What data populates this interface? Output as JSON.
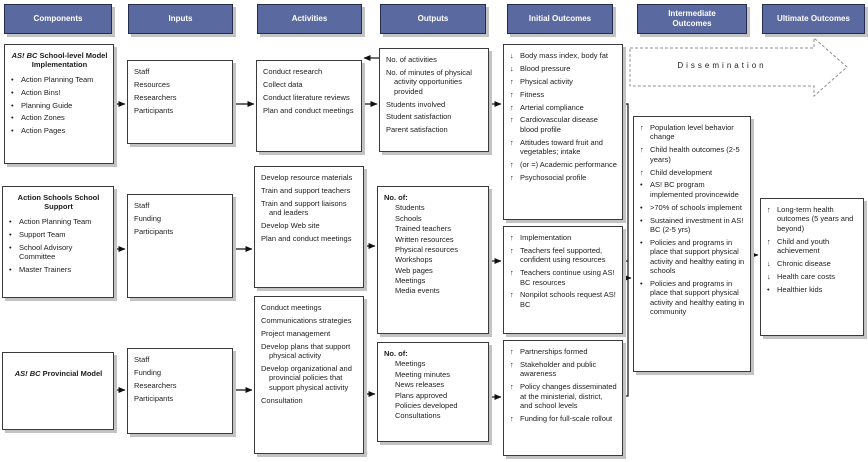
{
  "columns": [
    {
      "label": "Components"
    },
    {
      "label": "Inputs"
    },
    {
      "label": "Activities"
    },
    {
      "label": "Outputs"
    },
    {
      "label": "Initial Outcomes"
    },
    {
      "label": "Intermediate Outcomes"
    },
    {
      "label": "Ultimate Outcomes"
    }
  ],
  "dissemination": {
    "label": "Dissemination"
  },
  "colors": {
    "header_bg": "#5a69a0",
    "header_border": "#252c4e",
    "box_border": "#3a3a3a",
    "shadow": "#c3c3c3",
    "arrow": "#111111",
    "dashed_outline": "#909090"
  },
  "boxes": {
    "comp1": {
      "title_parts": [
        {
          "text": "AS! BC",
          "italic": true
        },
        {
          "text": " School-level Model Implementation"
        }
      ],
      "items": [
        {
          "prefix": "•",
          "text": "Action Planning Team"
        },
        {
          "prefix": "•",
          "text": "Action Bins!"
        },
        {
          "prefix": "•",
          "text": "Planning Guide"
        },
        {
          "prefix": "•",
          "text": "Action Zones"
        },
        {
          "prefix": "•",
          "text": "Action Pages"
        }
      ]
    },
    "comp2": {
      "title_parts": [
        {
          "text": "Action Schools School Support"
        }
      ],
      "items": [
        {
          "prefix": "•",
          "text": "Action Planning Team"
        },
        {
          "prefix": "•",
          "text": "Support Team"
        },
        {
          "prefix": "•",
          "text": "School Advisory Committee"
        },
        {
          "prefix": "•",
          "text": "Master Trainers"
        }
      ]
    },
    "comp3": {
      "title_parts": [
        {
          "text": "AS! BC",
          "italic": true
        },
        {
          "text": " Provincial Model"
        }
      ],
      "items": []
    },
    "in1": {
      "items": [
        {
          "text": "Staff"
        },
        {
          "text": "Resources"
        },
        {
          "text": "Researchers"
        },
        {
          "text": "Participants"
        }
      ]
    },
    "in2": {
      "items": [
        {
          "text": "Staff"
        },
        {
          "text": "Funding"
        },
        {
          "text": "Participants"
        }
      ]
    },
    "in3": {
      "items": [
        {
          "text": "Staff"
        },
        {
          "text": "Funding"
        },
        {
          "text": "Researchers"
        },
        {
          "text": "Participants"
        }
      ]
    },
    "act1": {
      "items": [
        {
          "text": "Conduct research"
        },
        {
          "text": "Collect data"
        },
        {
          "text": "Conduct literature reviews"
        },
        {
          "text": "Plan and conduct meetings"
        }
      ]
    },
    "act2": {
      "items": [
        {
          "text": "Develop resource materials"
        },
        {
          "text": "Train and support teachers"
        },
        {
          "text": "Train and support liaisons and leaders"
        },
        {
          "text": "Develop Web site"
        },
        {
          "text": "Plan and conduct meetings"
        }
      ]
    },
    "act3": {
      "items": [
        {
          "text": "Conduct meetings"
        },
        {
          "text": "Communications strategies"
        },
        {
          "text": "Project management"
        },
        {
          "text": "Develop plans that support physical activity"
        },
        {
          "text": "Develop organizational and provincial policies that support physical activity"
        },
        {
          "text": "Consultation"
        }
      ]
    },
    "out1": {
      "items": [
        {
          "text": "No. of activities"
        },
        {
          "text": "No. of minutes of physical activity opportunities provided"
        },
        {
          "text": "Students involved"
        },
        {
          "text": "Student satisfaction"
        },
        {
          "text": "Parent satisfaction"
        }
      ]
    },
    "out2": {
      "items": [
        {
          "text": "No. of:",
          "bold": true
        },
        {
          "text": "Students",
          "sub": true
        },
        {
          "text": "Schools",
          "sub": true
        },
        {
          "text": "Trained teachers",
          "sub": true
        },
        {
          "text": "Written resources",
          "sub": true
        },
        {
          "text": "Physical resources",
          "sub": true
        },
        {
          "text": "Workshops",
          "sub": true
        },
        {
          "text": "Web pages",
          "sub": true
        },
        {
          "text": "Meetings",
          "sub": true
        },
        {
          "text": "Media events",
          "sub": true
        }
      ]
    },
    "out3": {
      "items": [
        {
          "text": "No. of:",
          "bold": true
        },
        {
          "text": "Meetings",
          "sub": true
        },
        {
          "text": "Meeting minutes",
          "sub": true
        },
        {
          "text": "News releases",
          "sub": true
        },
        {
          "text": "Plans approved",
          "sub": true
        },
        {
          "text": "Policies developed",
          "sub": true
        },
        {
          "text": "Consultations",
          "sub": true
        }
      ]
    },
    "init1": {
      "items": [
        {
          "prefix": "↓",
          "text": "Body mass index, body fat"
        },
        {
          "prefix": "↓",
          "text": "Blood pressure"
        },
        {
          "prefix": "↑",
          "text": "Physical activity"
        },
        {
          "prefix": "↑",
          "text": "Fitness"
        },
        {
          "prefix": "↑",
          "text": "Arterial compliance"
        },
        {
          "prefix": "↑",
          "text": "Cardiovascular disease blood profile"
        },
        {
          "prefix": "↑",
          "text": "Attitudes toward fruit and vegetables; intake"
        },
        {
          "prefix": "↑",
          "text": "(or =) Academic performance"
        },
        {
          "prefix": "↑",
          "text": "Psychosocial profile"
        }
      ]
    },
    "init2": {
      "items": [
        {
          "prefix": "↑",
          "text": "Implementation"
        },
        {
          "prefix": "↑",
          "text": "Teachers feel supported, confident using resources"
        },
        {
          "prefix": "↑",
          "text": "Teachers continue using AS! BC resources"
        },
        {
          "prefix": "↑",
          "text": "Nonpilot schools request AS! BC"
        }
      ]
    },
    "init3": {
      "items": [
        {
          "prefix": "↑",
          "text": "Partnerships formed"
        },
        {
          "prefix": "↑",
          "text": "Stakeholder and public awareness"
        },
        {
          "prefix": "↑",
          "text": "Policy changes disseminated at the ministerial, district, and school levels"
        },
        {
          "prefix": "↑",
          "text": "Funding for full-scale rollout"
        }
      ]
    },
    "inter": {
      "items": [
        {
          "prefix": "↑",
          "text": "Population level behavior change"
        },
        {
          "prefix": "↑",
          "text": "Child health outcomes (2-5 years)"
        },
        {
          "prefix": "↑",
          "text": "Child development"
        },
        {
          "prefix": "•",
          "text": "AS! BC program implemented provincewide"
        },
        {
          "prefix": "•",
          "text": ">70% of schools implement"
        },
        {
          "prefix": "•",
          "text": "Sustained investment in AS! BC (2-5 yrs)"
        },
        {
          "prefix": "•",
          "text": "Policies and programs in place that support physical activity and healthy eating in schools"
        },
        {
          "prefix": "•",
          "text": "Policies and programs in place that support physical activity and healthy eating in community"
        }
      ]
    },
    "ult": {
      "items": [
        {
          "prefix": "↑",
          "text": "Long-term health outcomes (5 years and beyond)"
        },
        {
          "prefix": "↑",
          "text": "Child and youth achievement"
        },
        {
          "prefix": "↓",
          "text": "Chronic disease"
        },
        {
          "prefix": "↓",
          "text": "Health care costs"
        },
        {
          "prefix": "•",
          "text": "Healthier kids"
        }
      ]
    }
  }
}
